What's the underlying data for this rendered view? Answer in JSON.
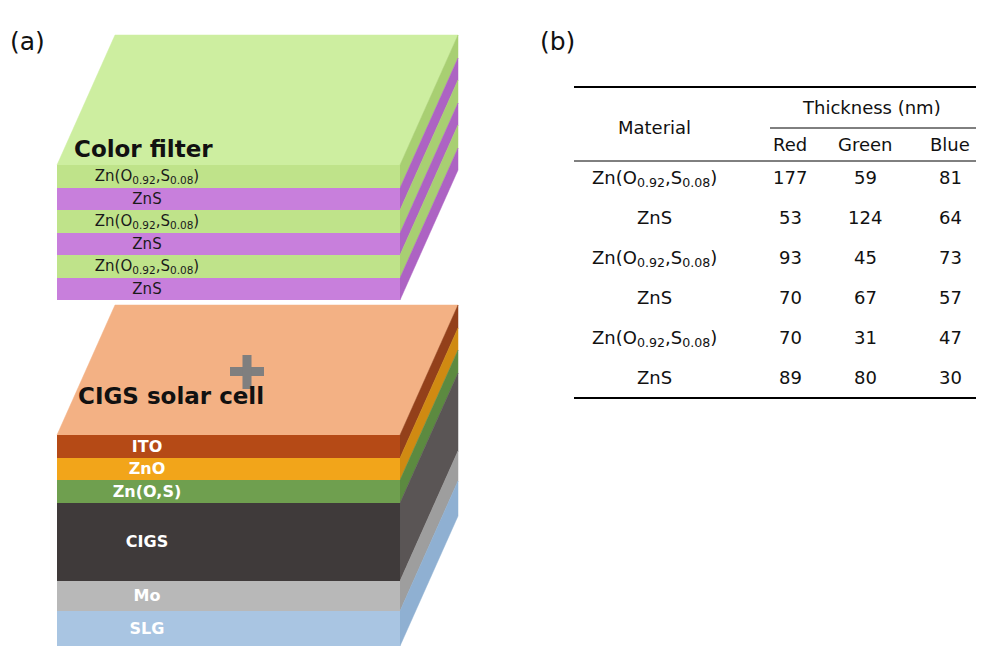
{
  "diagram": {
    "nodes": [
      {
        "text": [
          "Zn(O0.92,S0.08)"
        ]
      },
      {
        "text": [
          "ZnS"
        ]
      },
      {
        "text": [
          "Zn(O0.92,S0.08)"
        ]
      },
      {
        "text": [
          "ZnS"
        ]
      },
      {
        "text": [
          "Zn(O0.92,S0.08)"
        ]
      },
      {
        "text": [
          "ZnS"
        ]
      },
      {
        "text": [
          "ITO"
        ]
      },
      {
        "text": [
          "ZnO"
        ]
      },
      {
        "text": [
          "Zn(O,S)"
        ]
      },
      {
        "text": [
          "CIGS"
        ]
      },
      {
        "text": [
          "Mo"
        ]
      },
      {
        "text": [
          "SLG"
        ]
      }
    ],
    "labels": [
      "(a)",
      "(b)",
      "Color filter",
      "CIGS solar cell",
      "Material",
      "Thickness (nm)",
      "Red",
      "Green",
      "Blue",
      "Zn(O0.92,S0.08)",
      "177",
      "59",
      "81",
      "ZnS",
      "53",
      "124",
      "64",
      "Zn(O0.92,S0.08)",
      "93",
      "45",
      "73",
      "ZnS",
      "70",
      "67",
      "57",
      "Zn(O0.92,S0.08)",
      "70",
      "31",
      "47",
      "ZnS",
      "89",
      "80",
      "30"
    ]
  }
}
